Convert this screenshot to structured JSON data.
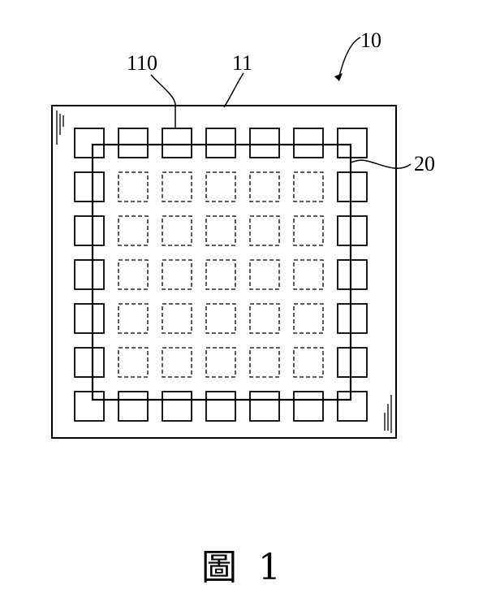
{
  "labels": {
    "device": "10",
    "substrate": "11",
    "pad": "110",
    "chip": "20"
  },
  "caption": "圖 1",
  "grid": {
    "rows": 7,
    "cols": 7
  },
  "colors": {
    "ink": "#000000",
    "paper": "#ffffff"
  }
}
